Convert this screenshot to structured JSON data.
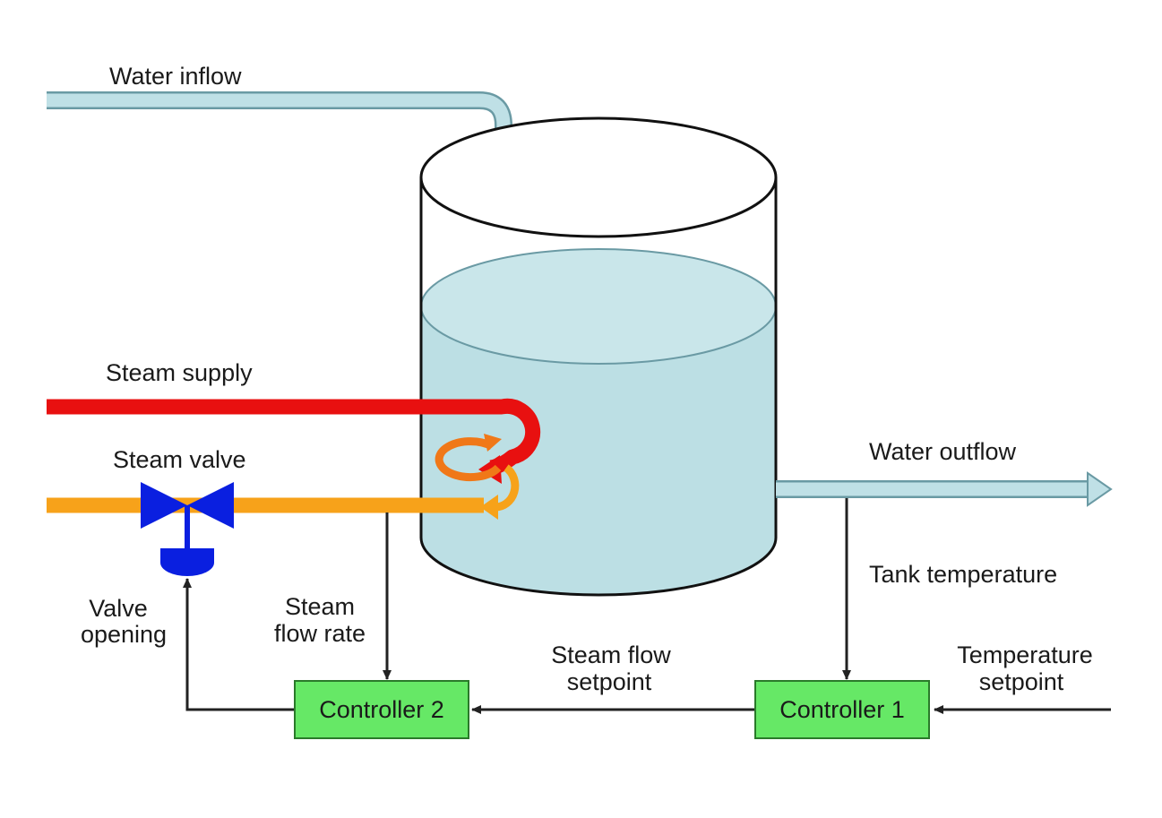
{
  "labels": {
    "water_inflow": "Water inflow",
    "steam_supply": "Steam supply",
    "steam_valve": "Steam valve",
    "water_outflow": "Water outflow",
    "tank_temperature": "Tank temperature",
    "valve_opening_1": "Valve",
    "valve_opening_2": "opening",
    "steam_flow_rate_1": "Steam",
    "steam_flow_rate_2": "flow rate",
    "steam_flow_setpoint_1": "Steam flow",
    "steam_flow_setpoint_2": "setpoint",
    "temperature_setpoint_1": "Temperature",
    "temperature_setpoint_2": "setpoint"
  },
  "controllers": {
    "controller_1": "Controller 1",
    "controller_2": "Controller 2"
  },
  "colors": {
    "water": "#bfe0e6",
    "water_outline": "#6a9aa4",
    "steam_supply": "#e81010",
    "steam_return": "#f7a21a",
    "valve": "#0a1fe0",
    "controller_fill": "#66e866",
    "signal_line": "#222222"
  }
}
